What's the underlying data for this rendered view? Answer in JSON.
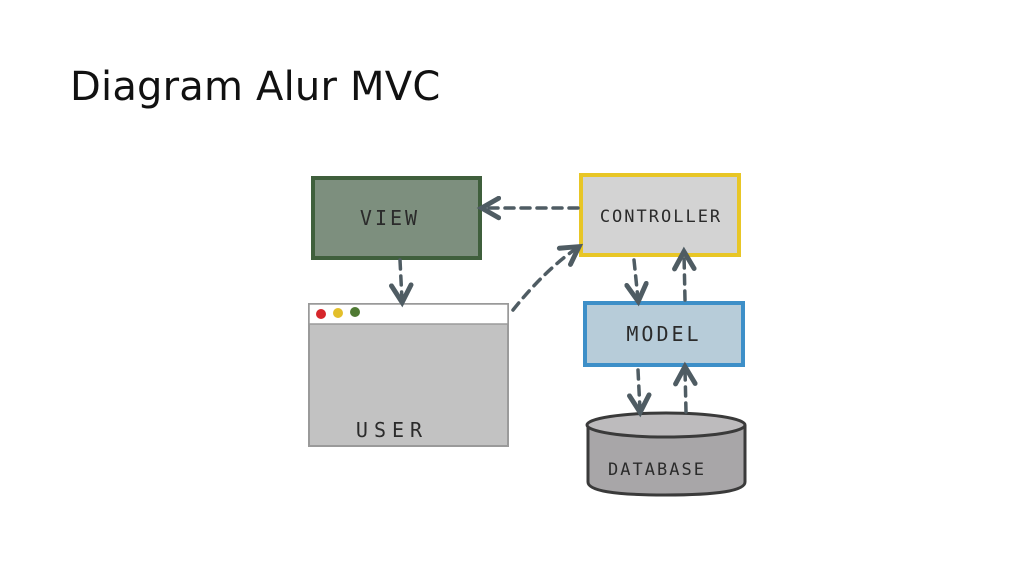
{
  "slide": {
    "title": "Diagram Alur MVC"
  },
  "diagram": {
    "nodes": {
      "view": {
        "label": "VIEW",
        "color": "#7d8f7e",
        "border": "#3f5f3c"
      },
      "controller": {
        "label": "CONTROLLER",
        "color": "#d3d3d3",
        "border": "#e8c626"
      },
      "model": {
        "label": "MODEL",
        "color": "#b7ccd9",
        "border": "#3d8fc8"
      },
      "user": {
        "label": "USER",
        "color": "#c2c2c2",
        "border": "#9a9a9a"
      },
      "database": {
        "label": "DATABASE",
        "color": "#a8a6a8",
        "border": "#3a3a3a"
      }
    },
    "window_dots": [
      "#d6262b",
      "#e3bf2a",
      "#4f7a33"
    ],
    "arrow_color": "#4f5c63"
  }
}
